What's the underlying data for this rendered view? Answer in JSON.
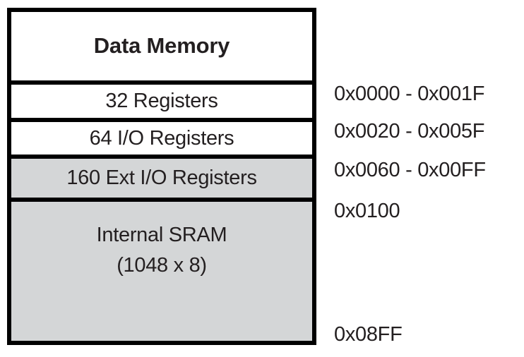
{
  "diagram": {
    "title": "Data Memory",
    "colors": {
      "border": "#000000",
      "shaded_fill": "#d4d6d7",
      "plain_fill": "#ffffff",
      "text": "#231f20"
    },
    "blocks": [
      {
        "id": "header",
        "label": "Data Memory",
        "shaded": false,
        "address": ""
      },
      {
        "id": "registers-32",
        "label": "32 Registers",
        "shaded": false,
        "address": "0x0000 - 0x001F"
      },
      {
        "id": "io-registers-64",
        "label": "64 I/O Registers",
        "shaded": false,
        "address": "0x0020 - 0x005F"
      },
      {
        "id": "ext-io-registers-160",
        "label": "160 Ext I/O Registers",
        "shaded": true,
        "address": "0x0060 - 0x00FF"
      },
      {
        "id": "internal-sram",
        "label": "Internal SRAM",
        "sublabel": "(1048 x 8)",
        "shaded": true,
        "address_start": "0x0100",
        "address_end": "0x08FF"
      }
    ]
  }
}
